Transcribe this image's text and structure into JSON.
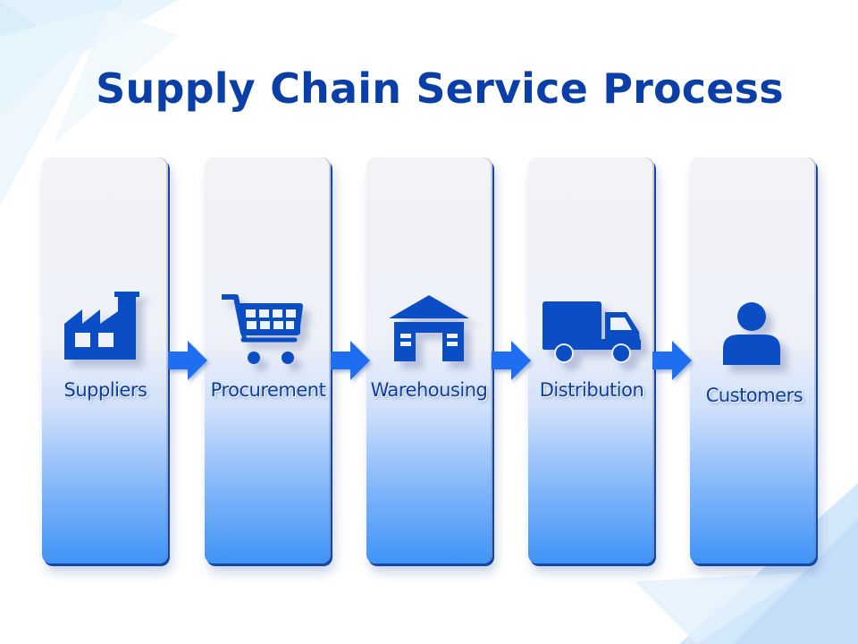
{
  "title": "Supply Chain Service Process",
  "colors": {
    "title": "#0a3fa8",
    "icon": "#0b4dc4",
    "arrow": "#1f6ef0",
    "panel_top": "#f2f3f7",
    "panel_bottom": "#3f93f7"
  },
  "steps": [
    {
      "label": "Suppliers",
      "icon": "factory-icon"
    },
    {
      "label": "Procurement",
      "icon": "shopping-cart-icon"
    },
    {
      "label": "Warehousing",
      "icon": "warehouse-icon"
    },
    {
      "label": "Distribution",
      "icon": "delivery-truck-icon"
    },
    {
      "label": "Customers",
      "icon": "person-icon"
    }
  ],
  "connectors": [
    "arrow-right-icon",
    "arrow-right-icon",
    "arrow-right-icon",
    "arrow-right-icon"
  ]
}
